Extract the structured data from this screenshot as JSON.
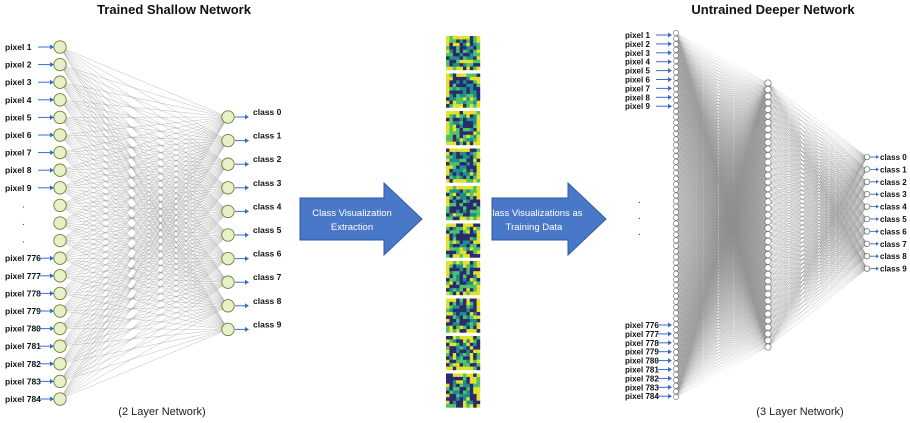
{
  "titles": {
    "shallow": "Trained Shallow Network",
    "deeper": "Untrained Deeper Network"
  },
  "captions": {
    "shallow": "(2 Layer Network)",
    "deeper": "(3 Layer Network)"
  },
  "arrows": {
    "extraction": [
      "Class Visualization",
      "Extraction"
    ],
    "training": [
      "Class Visualizations as",
      "Training Data"
    ]
  },
  "input_labels_top": [
    "pixel 1",
    "pixel 2",
    "pixel 3",
    "pixel 4",
    "pixel 5",
    "pixel 6",
    "pixel 7",
    "pixel 8",
    "pixel 9"
  ],
  "input_labels_bottom": [
    "pixel 776",
    "pixel 777",
    "pixel 778",
    "pixel 779",
    "pixel 780",
    "pixel 781",
    "pixel 782",
    "pixel 783",
    "pixel 784"
  ],
  "ellipsis": ".",
  "class_labels": [
    "class 0",
    "class 1",
    "class 2",
    "class 3",
    "class 4",
    "class 5",
    "class 6",
    "class 7",
    "class 8",
    "class 9"
  ],
  "colors": {
    "node_fill": "#e8f0c8",
    "node_stroke": "#6e7d3a",
    "hidden_fill": "#ffffff",
    "hidden_stroke": "#666666",
    "arrow_fill": "#4a78c8",
    "arrow_stroke": "#2f5aa0",
    "input_arrow": "#3b6cc8",
    "edge": "#8a8a8a",
    "viz_dark": "#2c2a6e",
    "viz_teal": "#1f8f8b",
    "viz_green": "#4fc36a",
    "viz_yellow": "#e6e22a"
  }
}
